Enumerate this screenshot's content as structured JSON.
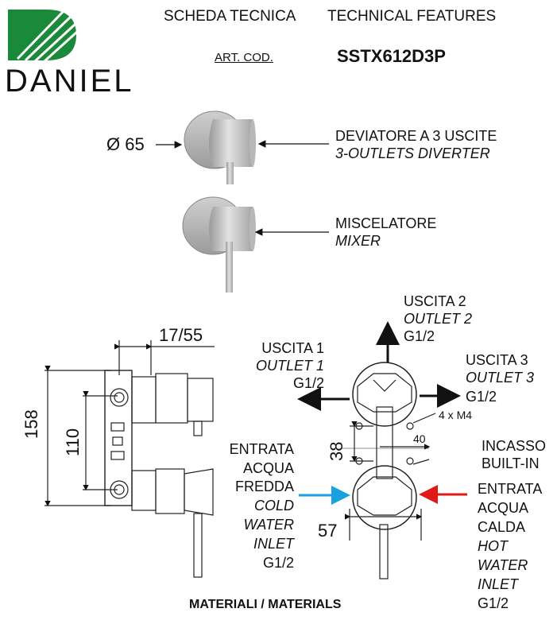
{
  "header": {
    "title_it": "SCHEDA TECNICA",
    "title_en": "TECHNICAL FEATURES",
    "art_label": "ART. COD.",
    "art_code": "SSTX612D3P"
  },
  "brand": {
    "name": "DANIEL",
    "color": "#1a8a3a"
  },
  "views": {
    "diameter": "Ø 65",
    "diverter_it": "DEVIATORE A 3 USCITE",
    "diverter_en": "3-OUTLETS DIVERTER",
    "mixer_it": "MISCELATORE",
    "mixer_en": "MIXER"
  },
  "dimensions": {
    "depth": "17/55",
    "height_total": "158",
    "height_inner": "110",
    "spacing": "38",
    "offset": "40",
    "width": "57",
    "screws": "4 x M4"
  },
  "outlets": {
    "outlet1_it": "USCITA 1",
    "outlet1_en": "OUTLET 1",
    "outlet1_size": "G1/2",
    "outlet2_it": "USCITA 2",
    "outlet2_en": "OUTLET 2",
    "outlet2_size": "G1/2",
    "outlet3_it": "USCITA 3",
    "outlet3_en": "OUTLET 3",
    "outlet3_size": "G1/2"
  },
  "inlets": {
    "cold": [
      "ENTRATA",
      "ACQUA",
      "FREDDA",
      "COLD",
      "WATER",
      "INLET",
      "G1/2"
    ],
    "hot": [
      "ENTRATA",
      "ACQUA",
      "CALDA",
      "HOT",
      "WATER",
      "INLET",
      "G1/2"
    ],
    "cold_color": "#1aa0e0",
    "hot_color": "#e01818"
  },
  "builtin": {
    "it": "INCASSO",
    "en": "BUILT-IN"
  },
  "footer": {
    "materials": "MATERIALI / MATERIALS"
  }
}
